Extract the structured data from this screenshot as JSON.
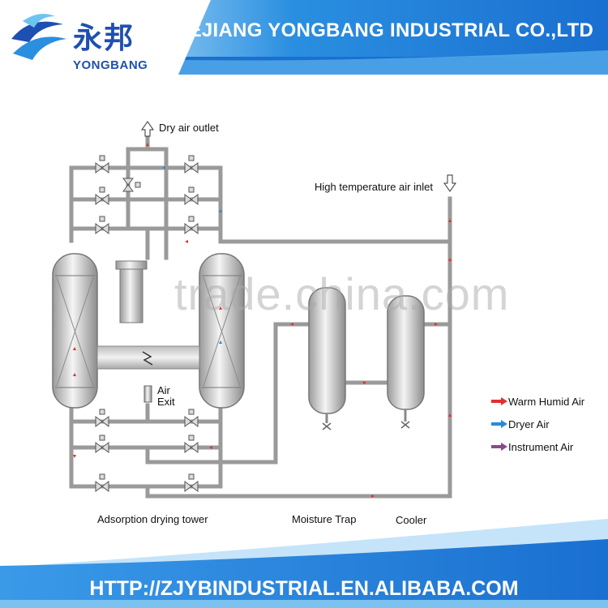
{
  "header": {
    "logo_cn": "永邦",
    "logo_en": "YONGBANG",
    "company": "ZHEJIANG YONGBANG INDUSTRIAL CO.,LTD"
  },
  "diagram": {
    "dry_air_outlet": "Dry air outlet",
    "air_inlet": "High temperature air inlet",
    "air_exit_line1": "Air",
    "air_exit_line2": "Exit",
    "tower_label": "Adsorption drying tower",
    "moisture_trap_label": "Moisture Trap",
    "cooler_label": "Cooler",
    "watermark": "trade.china.com"
  },
  "legend": {
    "items": [
      {
        "label": "Warm Humid Air",
        "color": "#e03030"
      },
      {
        "label": "Dryer Air",
        "color": "#2a8ad8"
      },
      {
        "label": "Instrument Air",
        "color": "#8a4a8a"
      }
    ]
  },
  "footer": {
    "url": "HTTP://ZJYBINDUSTRIAL.EN.ALIBABA.COM"
  }
}
